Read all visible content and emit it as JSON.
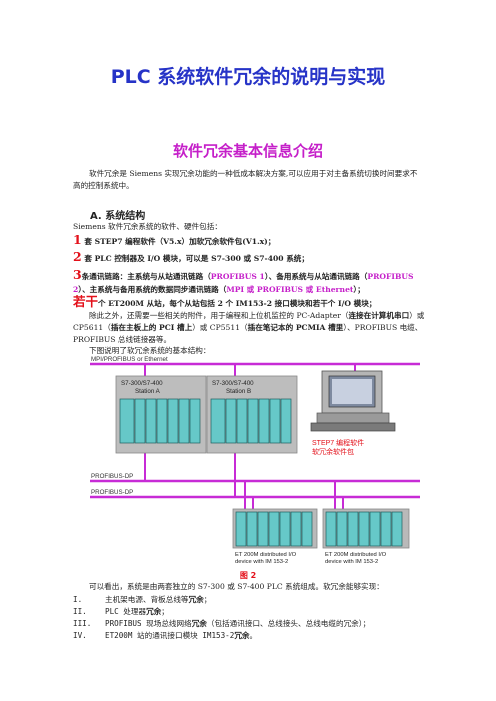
{
  "doc": {
    "title": "PLC 系统软件冗余的说明与实现",
    "subtitle": "软件冗余基本信息介绍",
    "intro": "软件冗余是 Siemens 实现冗余功能的一种低成本解决方案,可以应用于对主备系统切换时间要求不高的控制系统中。",
    "section_a": "A. 系统结构",
    "section_a_desc": "Siemens 软件冗余系统的软件、硬件包括：",
    "item1_num": "1",
    "item1_text": "套 STEP7 编程软件（V5.x）加软冗余软件包(V1.x)；",
    "item2_num": "2",
    "item2_text": "套 PLC 控制器及 I/O 模块，可以是 S7-300 或 S7-400 系统；",
    "item3_num": "3",
    "item3_a": "条通讯链路：主系统与从站通讯链路（",
    "item3_b": "PROFIBUS 1",
    "item3_c": "）、备用系统与从站通讯链路（",
    "item3_d": "PROFIBUS 2",
    "item3_e": "）、主系统与备用系统的数据同步通讯链路（",
    "item3_f": "MPI 或 PROFIBUS 或 Ethernet",
    "item3_g": "）；",
    "item4_big": "若干",
    "item4_text": "个 ET200M 从站，每个从站包括 2 个 IM153-2 接口模块和若干个 I/O 模块；",
    "extra_a": "除此之外，还需要一些相关的附件，用于编程和上位机监控的 PC-Adapter（",
    "extra_b": "连接在计算机串口",
    "extra_c": "）或 CP5611（",
    "extra_d": "插在主板上的 PCI 槽上",
    "extra_e": "）或 CP5511（",
    "extra_f": "插在笔记本的 PCMIA 槽里",
    "extra_g": "）、PROFIBUS 电缆、PROFIBUS 总线链接器等。",
    "figure_intro": "下图说明了软冗余系统的基本结构：",
    "caption": "图 2",
    "after_caption": "可以看出，系统是由两套独立的 S7-300 或 S7-400 PLC 系统组成。软冗余能够实现：",
    "list": [
      {
        "num": "I.",
        "text": "主机架电源、背板总线等",
        "bold": "冗余",
        "tail": "；"
      },
      {
        "num": "II.",
        "text": "PLC 处理器",
        "bold": "冗余",
        "tail": "；"
      },
      {
        "num": "III.",
        "text": "PROFIBUS 现场总线网络",
        "bold": "冗余",
        "tail": "（包括通讯接口、总线接头、总线电缆的冗余）；"
      },
      {
        "num": "IV.",
        "text": "ET200M 站的通讯接口模块 IM153-2",
        "bold": "冗余",
        "tail": "。"
      }
    ]
  },
  "diagram": {
    "bus_top": "MPI/PROFIBUS or Ethernet",
    "station_a_l1": "S7-300/S7-400",
    "station_a_l2": "Station A",
    "station_b_l1": "S7-300/S7-400",
    "station_b_l2": "Station B",
    "step7_l1": "STEP7 编程软件",
    "step7_l2": "软冗余软件包",
    "bus_dp1": "PROFIBUS-DP",
    "bus_dp2": "PROFIBUS-DP",
    "et1_l1": "ET 200M distributed I/O",
    "et1_l2": "device with IM 153-2",
    "et2_l1": "ET 200M distributed I/O",
    "et2_l2": "device with IM 153-2",
    "colors": {
      "bus": "#c72bd6",
      "frame": "#b9b9b9",
      "module": "#66c8c8"
    }
  }
}
